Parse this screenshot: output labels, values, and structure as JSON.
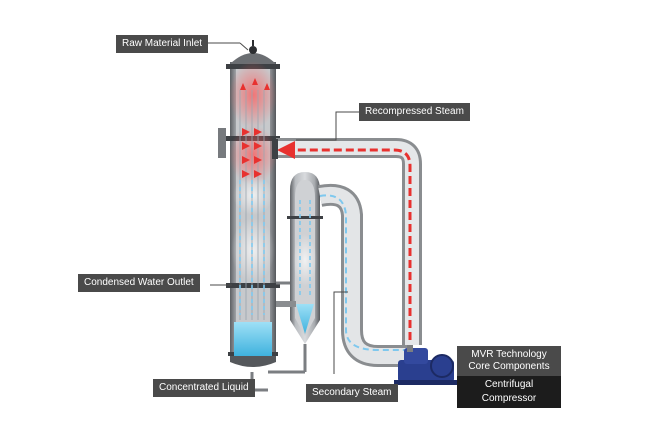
{
  "labels": {
    "raw_material_inlet": "Raw Material Inlet",
    "recompressed_steam": "Recompressed Steam",
    "condensed_water_outlet": "Condensed Water Outlet",
    "concentrated_liquid": "Concentrated Liquid",
    "secondary_steam": "Secondary Steam",
    "mvr_line1": "MVR Technology",
    "mvr_line2": "Core Components",
    "centrifugal_compressor": "Centrifugal Compressor"
  },
  "colors": {
    "hot_steam": "#e8312f",
    "cool_vapor": "#7ec8ee",
    "liquid": "#5cc6ea",
    "label_bg": "#4a4a4a",
    "compressor": "#2a3f8f"
  }
}
